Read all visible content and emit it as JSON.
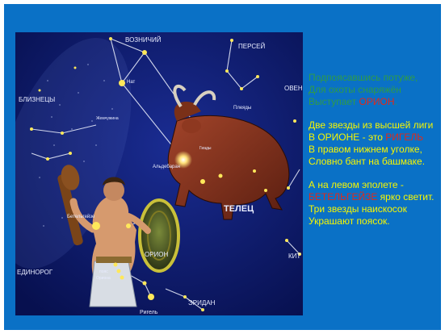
{
  "sky_labels": {
    "voznichiy": "ВОЗНИЧИЙ",
    "persey": "ПЕРСЕЙ",
    "bliznetsy": "БЛИЗНЕЦЫ",
    "nat": "Нат",
    "oven": "ОВЕН",
    "pleyady": "Плеяды",
    "zhemchuzhina": "Жемчужина",
    "giady": "Гиады",
    "aldebaran": "Альдебаран",
    "betelgeyze": "Бетельгейзе",
    "telets": "ТЕЛЕЦ",
    "orion": "ОРИОН",
    "kit": "КИТ",
    "edinorog": "ЕДИНОРОГ",
    "poyas": "пояс",
    "poyas2": "Ориона",
    "eridan": "ЭРИДАН",
    "rigel": "Ригель"
  },
  "poem": {
    "s1_l1": "Подпоясавшись потуже,",
    "s1_l2": "Для охоты снаряжён",
    "s1_l3a": "Выступает ",
    "s1_l3b": "ОРИОН",
    "s1_l3c": ".",
    "s2_l1": "Две звезды из высшей лиги",
    "s2_l2a": "В ОРИОНЕ - это ",
    "s2_l2b": "РИГЕЛЬ",
    "s2_l3": "В правом нижнем уголке,",
    "s2_l4": "Словно бант на башмаке.",
    "s3_l1": "А на левом эполете -",
    "s3_l2a": "БЕТЕЛЬГЕЙЗЕ",
    "s3_l2b": " ярко светит.",
    "s3_l3": "Три звезды наискосок",
    "s3_l4": "Украшают поясок."
  },
  "colors": {
    "slide_bg": "#0a71c6",
    "sky_bg": "#0b1870",
    "poem_text": "#f6f600",
    "poem_dim": "#2f9b48",
    "poem_highlight": "#e02a1a"
  }
}
